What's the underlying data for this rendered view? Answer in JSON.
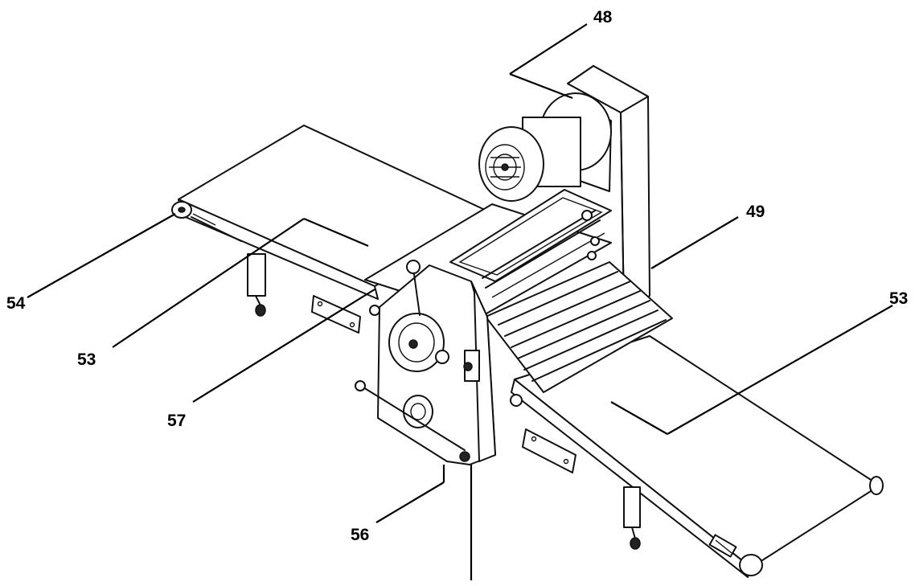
{
  "diagram": {
    "callouts": {
      "c48": "48",
      "c49": "49",
      "c53_left": "53",
      "c53_right": "53",
      "c54": "54",
      "c56": "56",
      "c57": "57"
    }
  }
}
